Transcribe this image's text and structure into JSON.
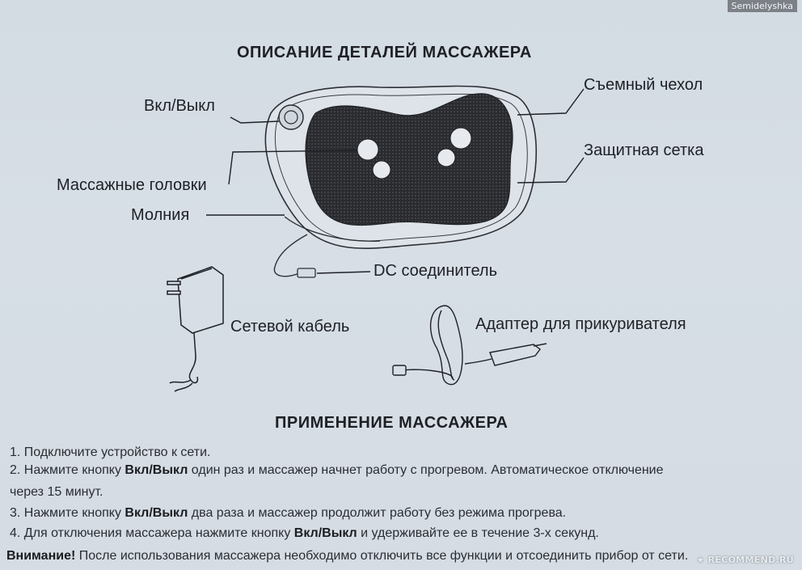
{
  "watermark": {
    "top": "Semidelyshka",
    "bottom": "RECOMMEND.RU"
  },
  "section_1": {
    "title": "ОПИСАНИЕ ДЕТАЛЕЙ МАССАЖЕРА",
    "labels": {
      "power": "Вкл/Выкл",
      "cover": "Съемный чехол",
      "mesh": "Защитная  сетка",
      "heads": "Массажные головки",
      "zipper": "Молния",
      "dc": "DC соединитель",
      "cable": "Сетевой кабель",
      "car_adapter": "Адаптер для прикуривателя"
    }
  },
  "section_2": {
    "title": "ПРИМЕНЕНИЕ МАССАЖЕРА",
    "steps": [
      {
        "pre": "1. Подключите устройство к сети.",
        "bold": "",
        "post": ""
      },
      {
        "pre": "2. Нажмите кнопку ",
        "bold": "Вкл/Выкл",
        "post": " один раз и массажер начнет работу с прогревом. Автоматическое отключение"
      },
      {
        "pre": "через 15 минут.",
        "bold": "",
        "post": ""
      },
      {
        "pre": "3. Нажмите кнопку ",
        "bold": "Вкл/Выкл",
        "post": " два раза и массажер продолжит работу без режима прогрева."
      },
      {
        "pre": "4. Для отключения массажера нажмите кнопку ",
        "bold": "Вкл/Выкл",
        "post": " и удерживайте ее в течение 3-х секунд."
      }
    ],
    "warning": {
      "bold": "Внимание!",
      "text": " После использования массажера необходимо отключить все функции и отсоединить прибор от сети."
    }
  }
}
